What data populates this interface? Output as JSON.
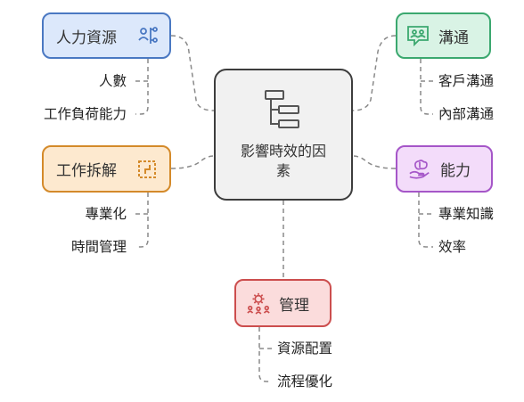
{
  "center": {
    "title": "影響時效的因素",
    "icon": "flowchart-icon"
  },
  "branches": [
    {
      "id": "hr",
      "label": "人力資源",
      "icon": "people-org-icon",
      "color": "#4a78c2",
      "fill": "#dce8fb",
      "children": [
        "人數",
        "工作負荷能力"
      ]
    },
    {
      "id": "comm",
      "label": "溝通",
      "icon": "chat-users-icon",
      "color": "#3ba86f",
      "fill": "#d9f3e5",
      "children": [
        "客戶溝通",
        "內部溝通"
      ]
    },
    {
      "id": "task",
      "label": "工作拆解",
      "icon": "breakdown-icon",
      "color": "#d48a2a",
      "fill": "#fde9cf",
      "children": [
        "專業化",
        "時間管理"
      ]
    },
    {
      "id": "skill",
      "label": "能力",
      "icon": "brain-hand-icon",
      "color": "#a556c8",
      "fill": "#f3dcfa",
      "children": [
        "專業知識",
        "效率"
      ]
    },
    {
      "id": "mgmt",
      "label": "管理",
      "icon": "gears-people-icon",
      "color": "#cc4e4e",
      "fill": "#fbdcdc",
      "children": [
        "資源配置",
        "流程優化"
      ]
    }
  ]
}
